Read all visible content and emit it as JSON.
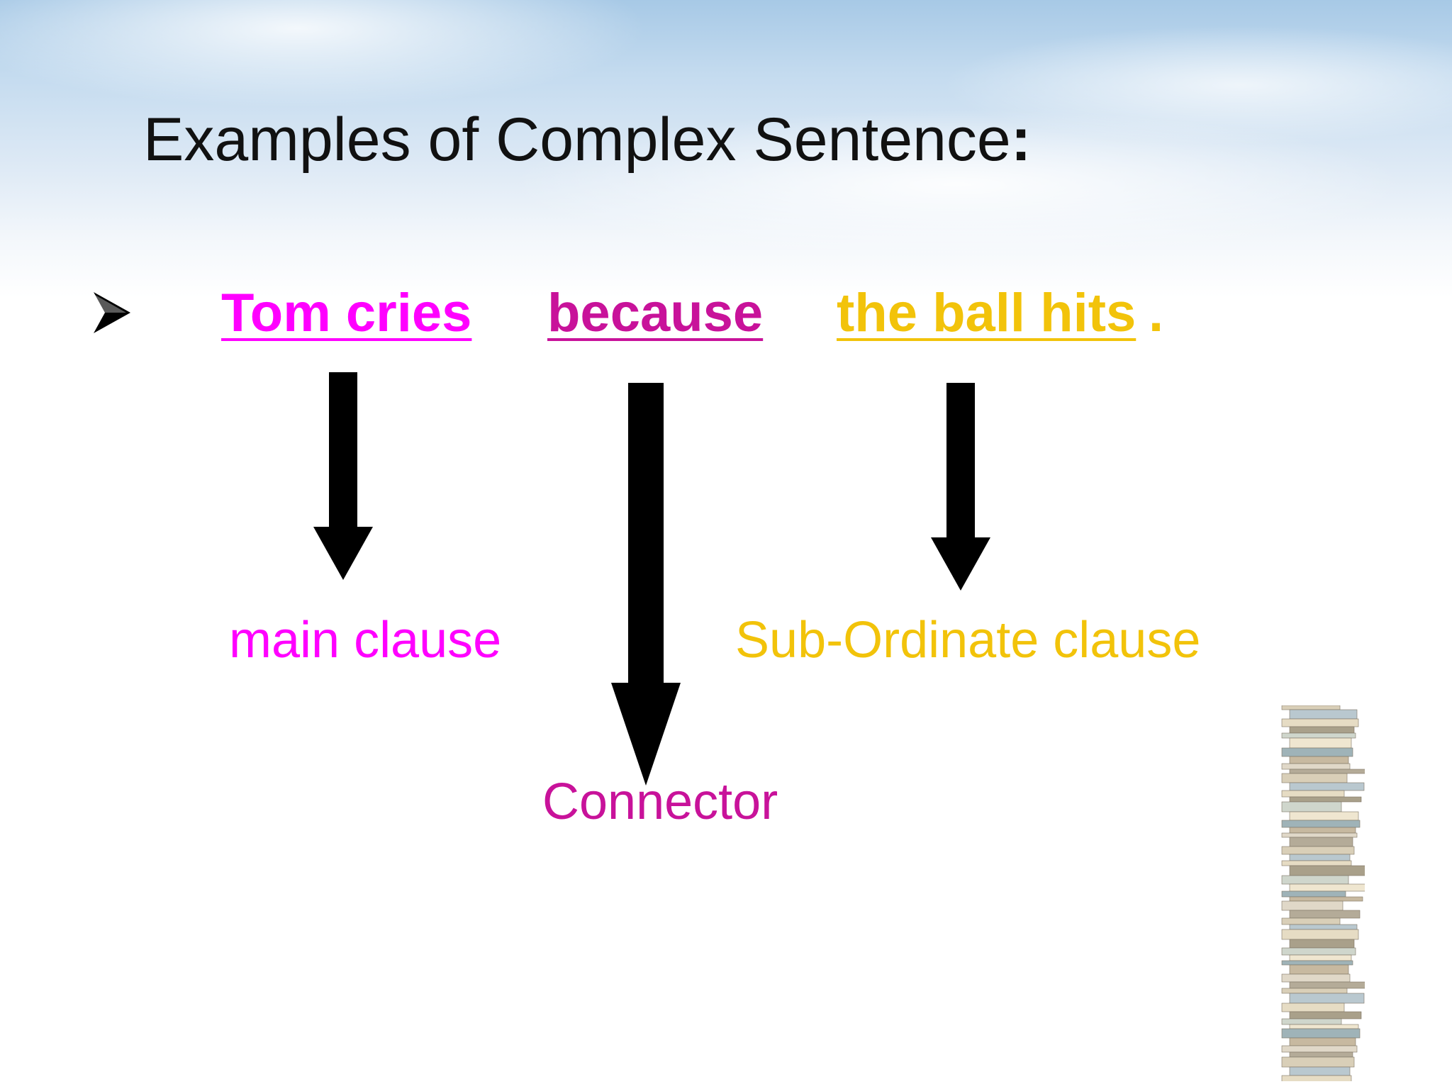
{
  "slide": {
    "title": "Examples of Complex Sentence",
    "title_colon": ":",
    "bullet_icon": "arrowhead-bullet-icon"
  },
  "sentence": {
    "main": "Tom cries",
    "connector": "because",
    "subordinate": "the ball hits",
    "period": "."
  },
  "labels": {
    "main": "main clause",
    "connector": "Connector",
    "subordinate": "Sub-Ordinate clause"
  },
  "colors": {
    "main": "#ff00ff",
    "connector": "#c8129a",
    "subordinate": "#f2c30a",
    "arrow": "#000000"
  },
  "decoration": {
    "image": "book-stack-image"
  }
}
